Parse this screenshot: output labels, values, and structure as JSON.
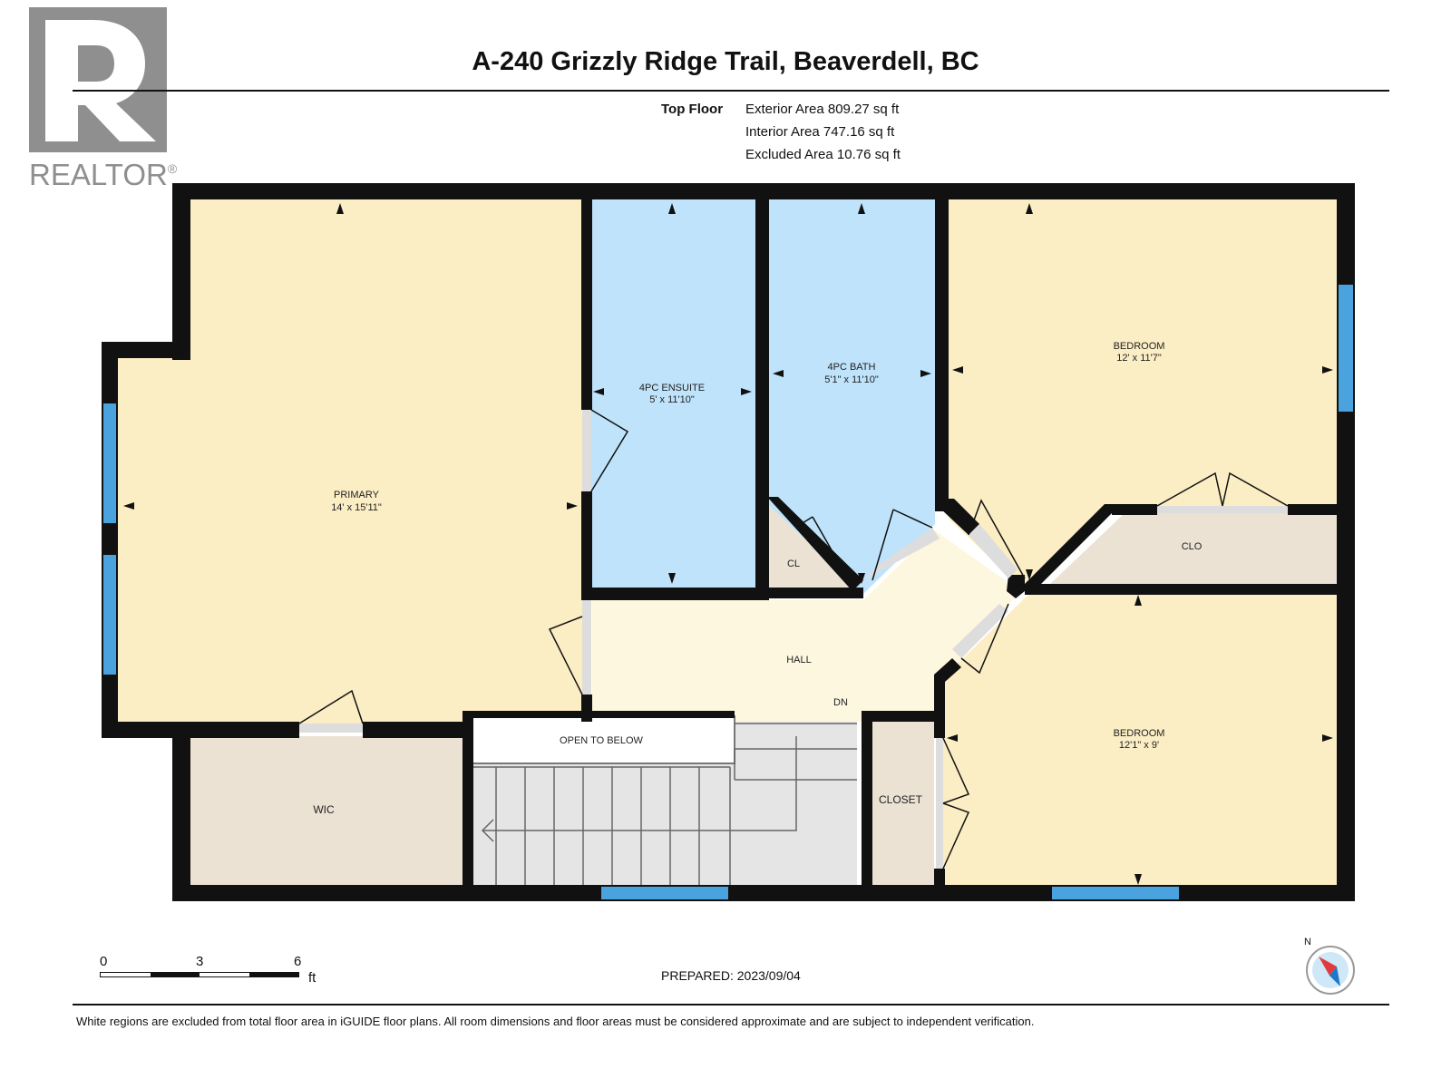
{
  "branding": {
    "logo_word": "REALTOR",
    "logo_mark": "®"
  },
  "header": {
    "title": "A-240 Grizzly Ridge Trail, Beaverdell, BC",
    "floor_name": "Top Floor",
    "exterior_area": "Exterior Area 809.27 sq ft",
    "interior_area": "Interior Area 747.16 sq ft",
    "excluded_area": "Excluded Area 10.76 sq ft"
  },
  "rooms": {
    "primary": {
      "name": "PRIMARY",
      "dims": "14' x 15'11\""
    },
    "ensuite": {
      "name": "4PC ENSUITE",
      "dims": "5' x 11'10\""
    },
    "bath": {
      "name": "4PC BATH",
      "dims": "5'1\" x 11'10\""
    },
    "bedroom1": {
      "name": "BEDROOM",
      "dims": "12' x 11'7\""
    },
    "bedroom2": {
      "name": "BEDROOM",
      "dims": "12'1\" x 9'"
    },
    "hall": {
      "name": "HALL"
    },
    "dn": {
      "name": "DN"
    },
    "cl": {
      "name": "CL"
    },
    "clo": {
      "name": "CLO"
    },
    "wic": {
      "name": "WIC"
    },
    "closet": {
      "name": "CLOSET"
    },
    "open_to_below": {
      "name": "OPEN TO BELOW"
    }
  },
  "colors": {
    "bedroom_fill": "#fbedc4",
    "bath_fill": "#bfe3fa",
    "closet_fill": "#ebe2d4",
    "hall_fill": "#fdf7df",
    "stairs_fill": "#e5e5e5",
    "wall": "#111111",
    "window": "#4aa3de"
  },
  "scale": {
    "labels": [
      "0",
      "3",
      "6"
    ],
    "unit": "ft"
  },
  "footer": {
    "prepared": "PREPARED: 2023/09/04",
    "compass_label": "N",
    "disclaimer": "White regions are excluded from total floor area in iGUIDE floor plans. All room dimensions and floor areas must be considered approximate and are subject to independent verification."
  }
}
